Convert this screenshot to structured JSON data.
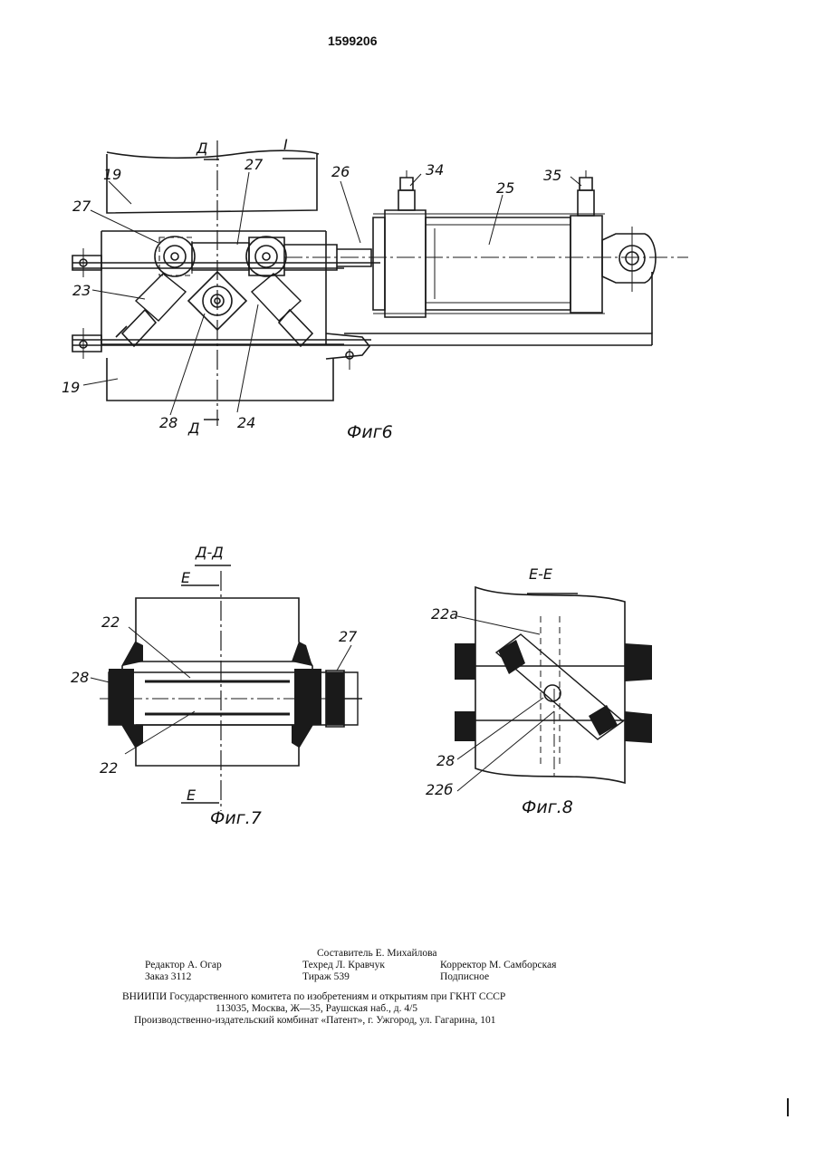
{
  "patent_number": "1599206",
  "fig6": {
    "caption": "Фиг6",
    "view_marker": "I",
    "section_marker_top": "Д",
    "section_marker_bottom": "Д",
    "labels": {
      "l19a": "19",
      "l19b": "19",
      "l27a": "27",
      "l27b": "27",
      "l26": "26",
      "l34": "34",
      "l35": "35",
      "l25": "25",
      "l23": "23",
      "l28": "28",
      "l24": "24"
    }
  },
  "fig7": {
    "caption": "Фиг.7",
    "section_title": "Д-Д",
    "section_marker_top": "Е",
    "section_marker_bottom": "Е",
    "labels": {
      "l22a": "22",
      "l22b": "22",
      "l27": "27",
      "l28": "28"
    }
  },
  "fig8": {
    "caption": "Фиг.8",
    "section_title": "Е-Е",
    "labels": {
      "l22a": "22а",
      "l28": "28",
      "l22b": "22б"
    }
  },
  "footer": {
    "compiler": "Составитель Е. Михайлова",
    "editor": "Редактор А. Огар",
    "techred": "Техред Л. Кравчук",
    "corrector": "Корректор М. Самборская",
    "order": "Заказ 3112",
    "circulation": "Тираж 539",
    "subscription": "Подписное",
    "vniipi": "ВНИИПИ Государственного комитета по изобретениям и открытиям при ГКНТ СССР",
    "address": "113035, Москва, Ж—35, Раушская наб., д. 4/5",
    "publisher": "Производственно-издательский комбинат «Патент», г. Ужгород, ул. Гагарина, 101"
  }
}
